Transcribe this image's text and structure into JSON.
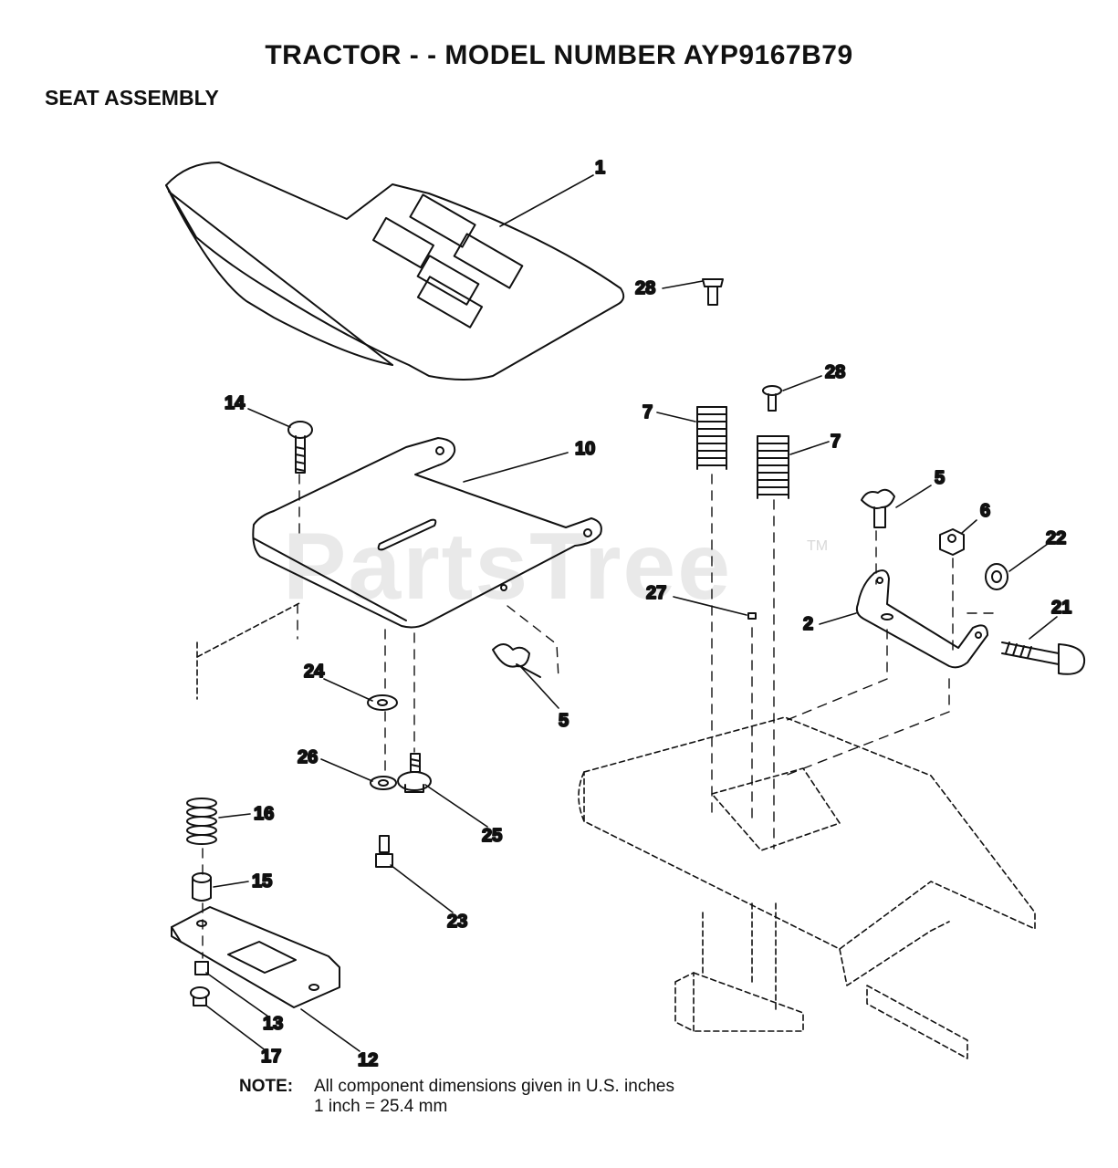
{
  "header": {
    "title": "TRACTOR - - MODEL NUMBER AYP9167B79",
    "section": "SEAT ASSEMBLY"
  },
  "watermark": {
    "text": "PartsTree",
    "tm": "TM"
  },
  "callouts": {
    "c1": "1",
    "c28a": "28",
    "c28b": "28",
    "c7a": "7",
    "c7b": "7",
    "c14": "14",
    "c10": "10",
    "c5a": "5",
    "c6": "6",
    "c22": "22",
    "c27": "27",
    "c2": "2",
    "c21": "21",
    "c24": "24",
    "c5b": "5",
    "c26": "26",
    "c25": "25",
    "c16": "16",
    "c15": "15",
    "c23": "23",
    "c13": "13",
    "c12": "12",
    "c17": "17"
  },
  "note": {
    "label": "NOTE:",
    "line1": "All component dimensions given in U.S. inches",
    "line2": "1 inch = 25.4 mm"
  }
}
